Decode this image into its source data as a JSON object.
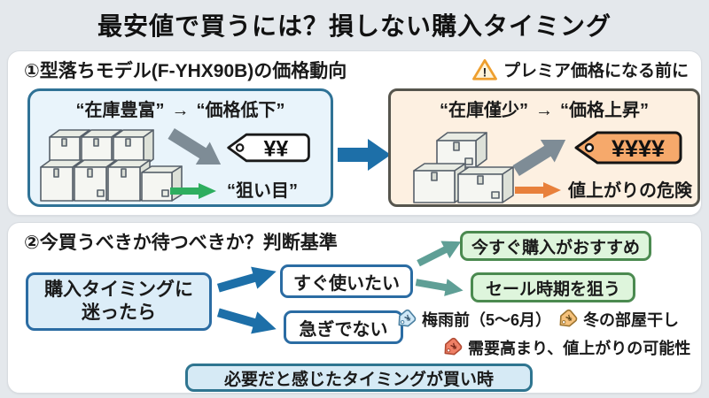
{
  "title": "最安値で買うには？損しない購入タイミング",
  "section1": {
    "heading": "①型落ちモデル(F-YHX90B)の価格動向",
    "warning_label": "プレミア価格になる前に",
    "left_box": {
      "stock": "“在庫豊富”",
      "arrow": "→",
      "trend": "“価格低下”",
      "tag_label": "¥¥",
      "callout": "“狙い目”"
    },
    "right_box": {
      "stock": "“在庫僅少”",
      "arrow": "→",
      "trend": "“価格上昇”",
      "tag_label": "¥¥¥¥",
      "callout": "値上がりの危険"
    }
  },
  "section2": {
    "heading": "②今買うべきか待つべきか？判断基準",
    "start_box": {
      "line1": "購入タイミングに",
      "line2": "迷ったら"
    },
    "option_urgent": "すぐ使いたい",
    "option_no_rush": "急ぎでない",
    "result_buy_now": "今すぐ購入がおすすめ",
    "result_wait_sale": "セール時期を狙う",
    "season_rainy": "梅雨前（5～6月）",
    "season_winter": "冬の部屋干し",
    "demand_note": "需要高まり、値上がりの可能性",
    "conclusion": "必要だと感じたタイミングが買い時"
  },
  "icons": {
    "warning_glyph": "!",
    "price_tag_glyph": "¥"
  },
  "colors": {
    "page_bg": "#e4e8ec",
    "accent_blue": "#1d6fa8",
    "flow_border_blue": "#2b6ca3",
    "teal_arrow": "#5f9f96",
    "green_arrow": "#2eae5f",
    "orange_arrow": "#e8803b",
    "gray_arrow": "#7e8c96",
    "blue_box_bg": "#e9f4fb",
    "blue_box_border": "#2f7296",
    "peach_box_bg": "#fdf0e1",
    "peach_box_border": "#56554d",
    "orange_tag_bg": "#f6a96b",
    "green_box_bg": "#def5dc",
    "green_box_border": "#4b8a50",
    "start_box_bg": "#dcedf8",
    "bottom_box_bg": "#d6eaf5",
    "bottom_box_border": "#2f7590",
    "warning_orange": "#ee9f2f"
  }
}
